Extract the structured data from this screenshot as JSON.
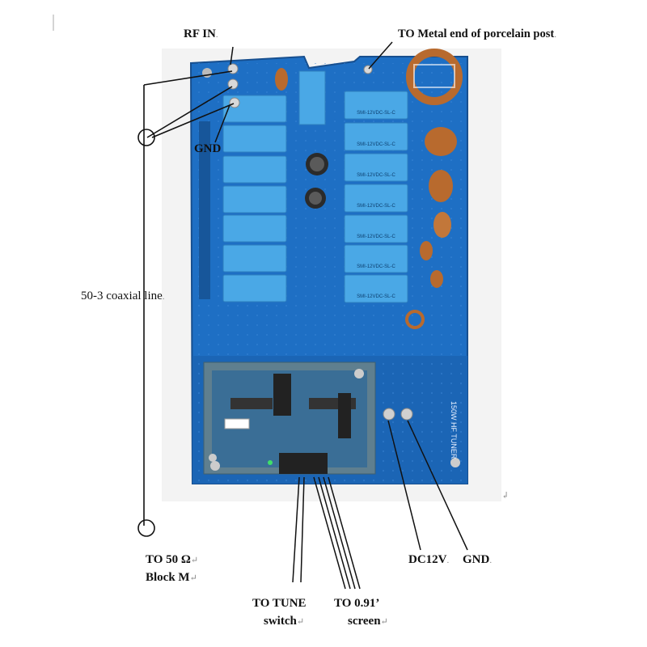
{
  "labels": {
    "rf_in": "RF IN",
    "to_metal": "TO Metal end of porcelain post",
    "gnd_top": "GND",
    "coax": "50-3 coaxial line",
    "to50_line1": "TO 50 Ω",
    "to50_line2": "Block M",
    "tune_line1": "TO TUNE",
    "tune_line2": "switch",
    "screen_line1": "TO 0.91’",
    "screen_line2": "screen",
    "dc12v": "DC12V",
    "gnd_bottom": "GND",
    "board_title": "150W HF TUNER",
    "marks": {
      "dot": ".",
      "para": "↵",
      "small": "↲"
    }
  },
  "relay_text": "SMI-12VDC-SL-C",
  "colors": {
    "pcb": "#1e6fc4",
    "pcb_dark": "#155aa3",
    "relay": "#4aa8e6",
    "relay_edge": "#2f7fbf",
    "copper": "#b86a2e",
    "line": "#111111"
  }
}
